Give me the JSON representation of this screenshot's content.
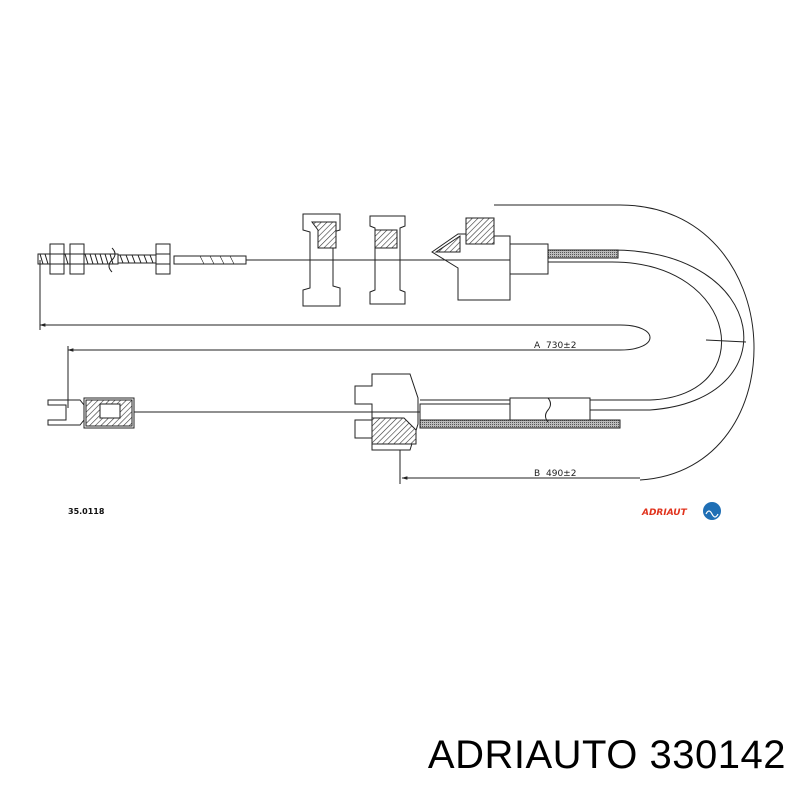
{
  "diagram": {
    "dimension_a_label": "A",
    "dimension_a_value": "730±2",
    "dimension_b_label": "B",
    "dimension_b_value": "490±2",
    "drawing_number": "35.0118",
    "logo_text": "ADRIAUT",
    "logo_colors": {
      "text": "#e0321c",
      "badge": "#1f6fb5"
    }
  },
  "footer": {
    "brand": "ADRIAUTO",
    "part_number": "330142"
  }
}
